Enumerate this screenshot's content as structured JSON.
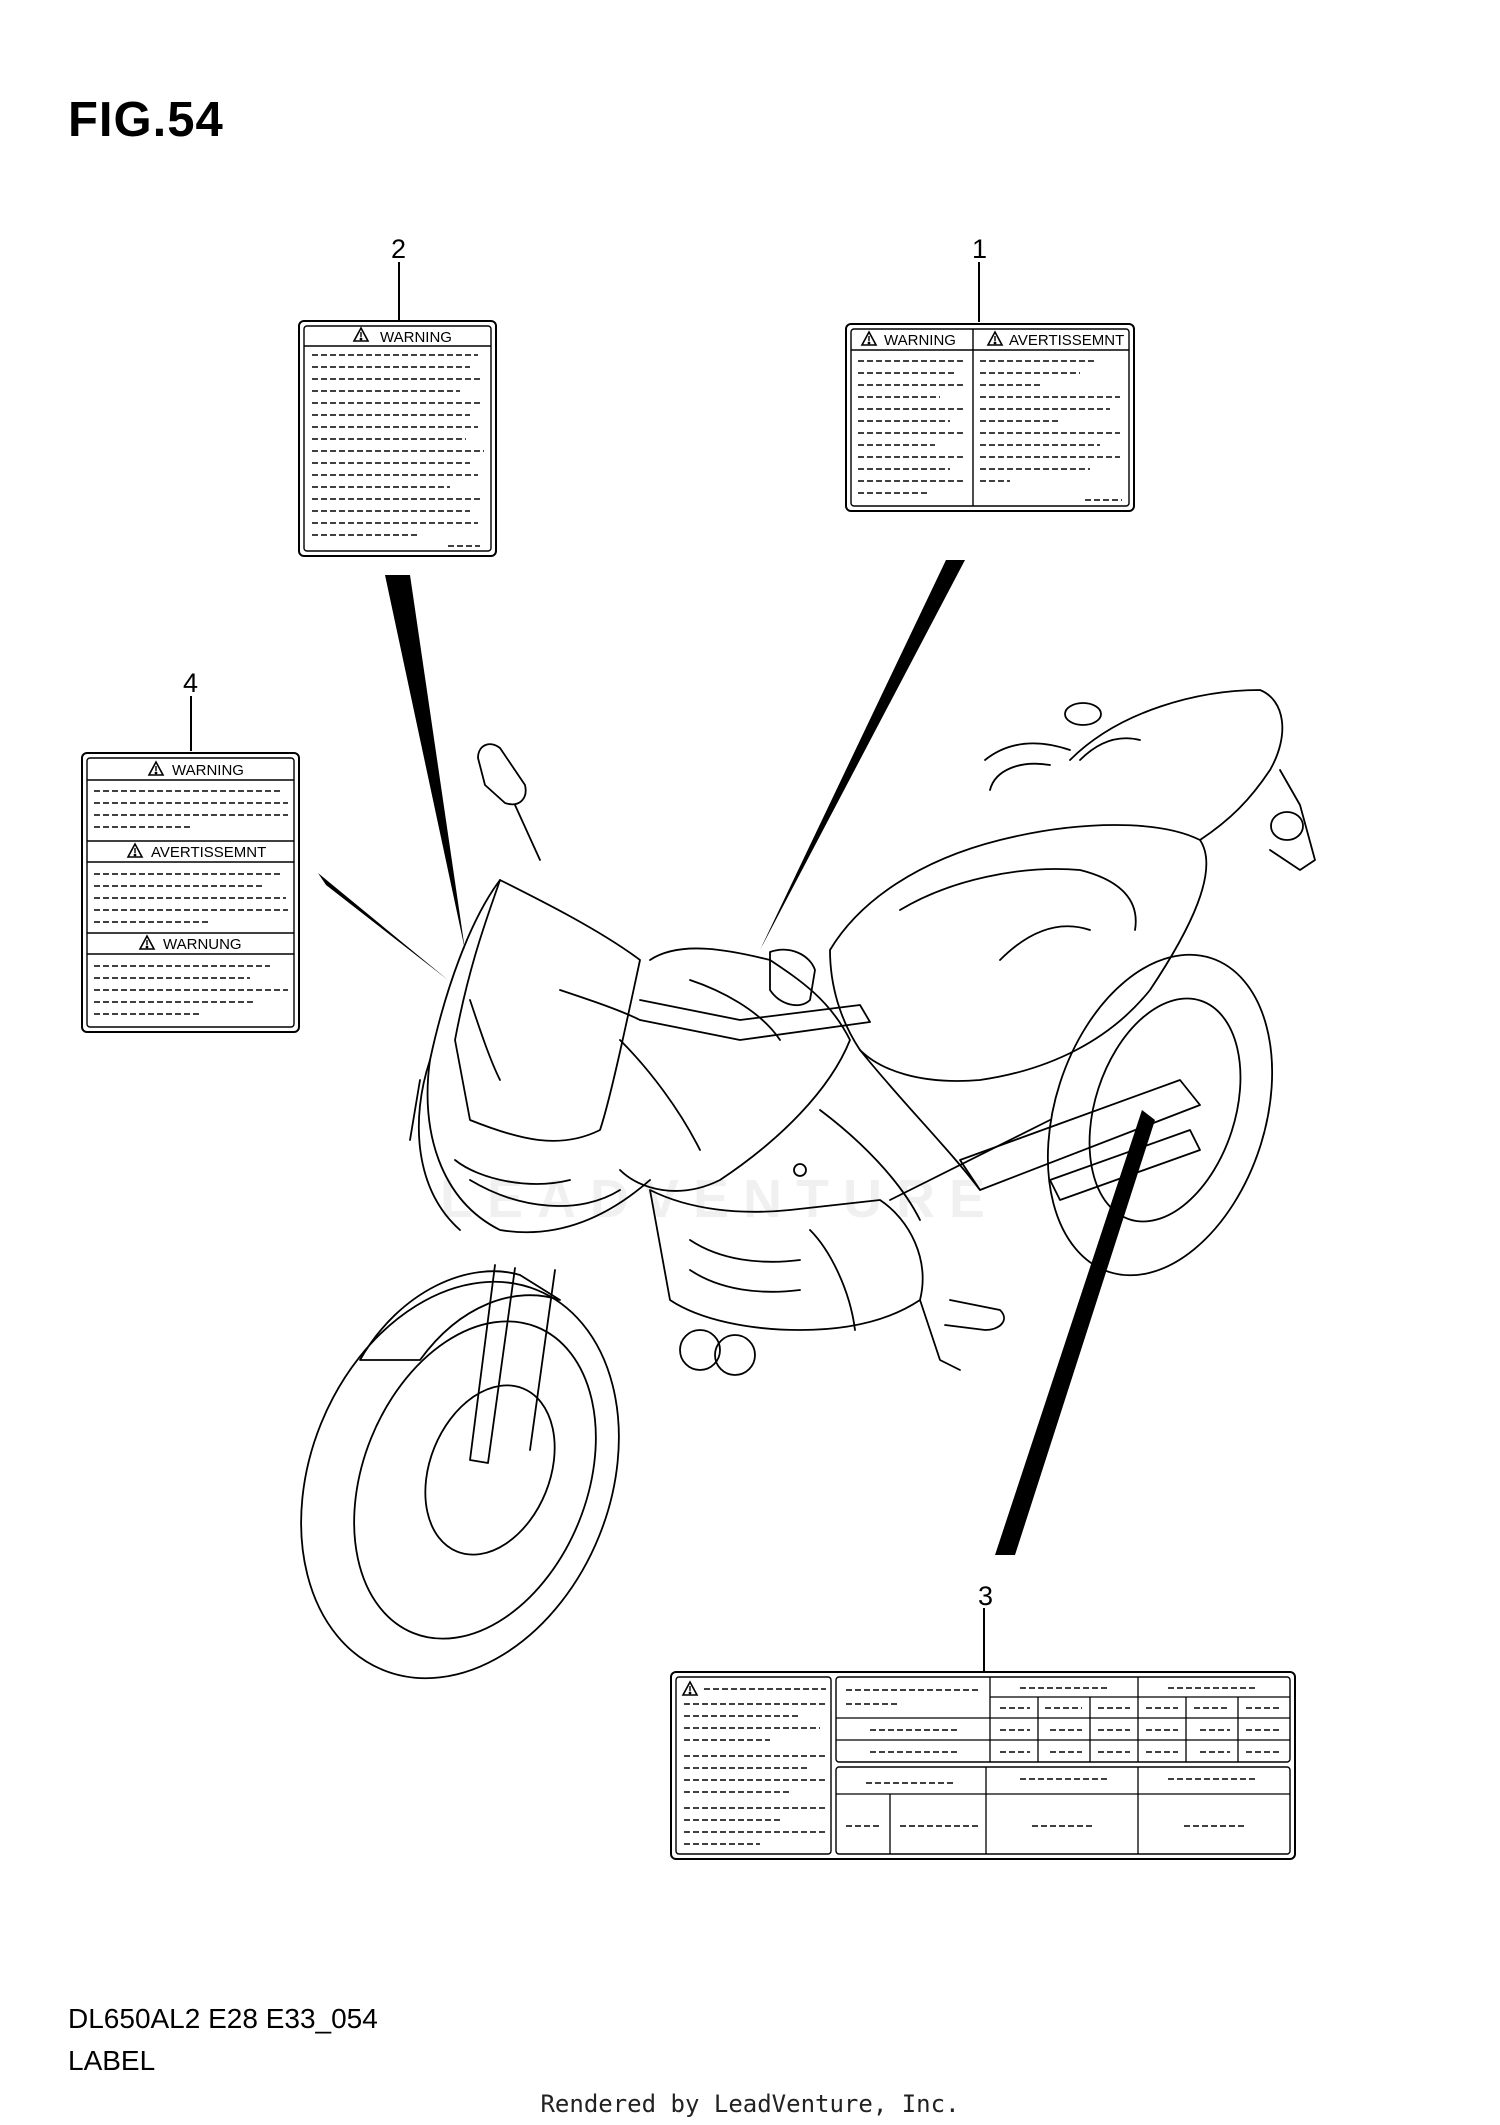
{
  "figure": {
    "title": "FIG.54",
    "code": "DL650AL2 E28 E33_054",
    "section": "LABEL",
    "credit": "Rendered by LeadVenture, Inc.",
    "watermark": "LEADVENTURE"
  },
  "callouts": [
    {
      "id": "1",
      "text": "1"
    },
    {
      "id": "2",
      "text": "2"
    },
    {
      "id": "3",
      "text": "3"
    },
    {
      "id": "4",
      "text": "4"
    }
  ],
  "labels": {
    "label1": {
      "headings": [
        "WARNING",
        "AVERTISSEMNT"
      ]
    },
    "label2": {
      "headings": [
        "WARNING"
      ]
    },
    "label3": {
      "headings": []
    },
    "label4": {
      "headings": [
        "WARNING",
        "AVERTISSEMNT",
        "WARNUNG"
      ]
    }
  },
  "icons": [
    "warning-triangle-icon"
  ]
}
